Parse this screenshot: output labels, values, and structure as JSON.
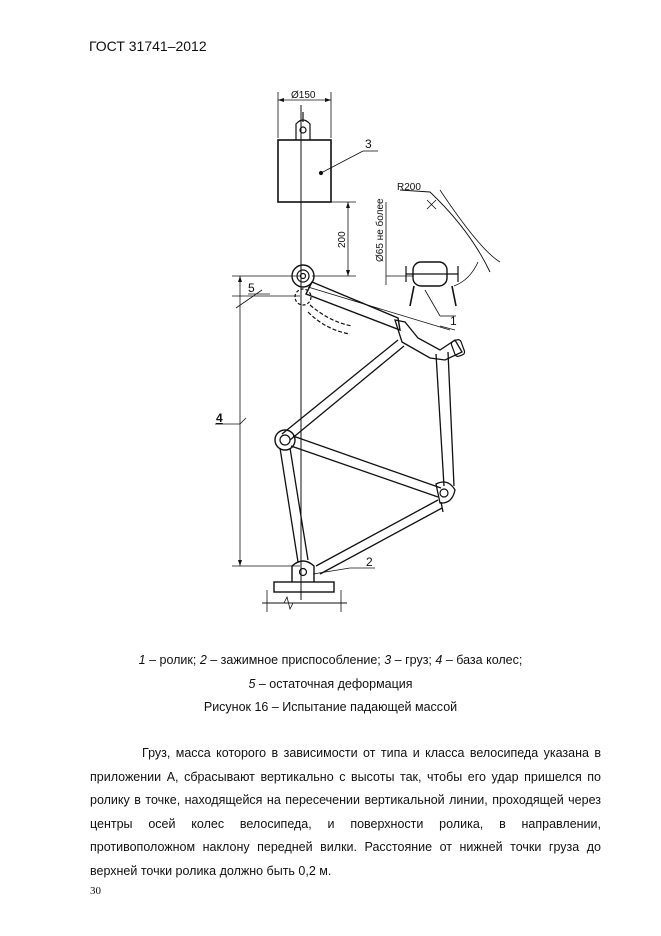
{
  "header": {
    "standard": "ГОСТ 31741–2012"
  },
  "figure": {
    "callouts": {
      "c1": "1",
      "c2": "2",
      "c3": "3",
      "c4": "4",
      "c5": "5"
    },
    "dimensions": {
      "diameter": "Ø150",
      "height": "200",
      "max_deflection": "Ø65 не более",
      "radius": "R200"
    }
  },
  "caption": {
    "legend": [
      {
        "num": "1",
        "text": " – ролик;  "
      },
      {
        "num": "2",
        "text": " – зажимное приспособление; "
      },
      {
        "num": "3",
        "text": " – груз; "
      },
      {
        "num": "4",
        "text": " – база колес;"
      },
      {
        "num": "5",
        "text": " – остаточная деформация"
      }
    ],
    "title": "Рисунок 16 – Испытание падающей массой"
  },
  "body": {
    "paragraph": "Груз, масса которого в зависимости от типа и класса велосипеда указана в приложении А, сбрасывают вертикально с высоты так, чтобы его удар пришелся по ролику в точке, находящейся на пересечении вертикальной линии, проходящей через центры осей колес велосипеда, и поверхности ролика, в направлении, противоположном наклону передней вилки. Расстояние от нижней точки груза до верхней точки ролика должно быть 0,2 м."
  },
  "footer": {
    "page_number": "30"
  }
}
